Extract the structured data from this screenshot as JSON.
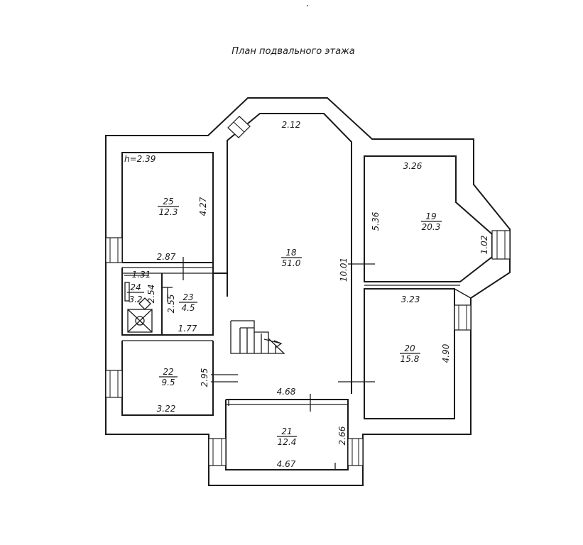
{
  "title": "План подвального этажа",
  "ceiling_height": "h=2.39",
  "rooms": [
    {
      "id": "room-25",
      "number": "25",
      "area": "12.3"
    },
    {
      "id": "room-24",
      "number": "24",
      "area": "3.2"
    },
    {
      "id": "room-23",
      "number": "23",
      "area": "4.5"
    },
    {
      "id": "room-22",
      "number": "22",
      "area": "9.5"
    },
    {
      "id": "room-18",
      "number": "18",
      "area": "51.0"
    },
    {
      "id": "room-21",
      "number": "21",
      "area": "12.4"
    },
    {
      "id": "room-19",
      "number": "19",
      "area": "20.3"
    },
    {
      "id": "room-20",
      "number": "20",
      "area": "15.8"
    }
  ],
  "dimensions": [
    {
      "id": "dim-2-12",
      "label": "2.12"
    },
    {
      "id": "dim-3-26",
      "label": "3.26"
    },
    {
      "id": "dim-4-27",
      "label": "4.27"
    },
    {
      "id": "dim-2-87",
      "label": "2.87"
    },
    {
      "id": "dim-1-31",
      "label": "1.31"
    },
    {
      "id": "dim-2-54",
      "label": "2.54"
    },
    {
      "id": "dim-2-55",
      "label": "2.55"
    },
    {
      "id": "dim-1-77",
      "label": "1.77"
    },
    {
      "id": "dim-2-95",
      "label": "2.95"
    },
    {
      "id": "dim-3-22",
      "label": "3.22"
    },
    {
      "id": "dim-4-68",
      "label": "4.68"
    },
    {
      "id": "dim-4-67",
      "label": "4.67"
    },
    {
      "id": "dim-2-66",
      "label": "2.66"
    },
    {
      "id": "dim-10-01",
      "label": "10.01"
    },
    {
      "id": "dim-5-36",
      "label": "5.36"
    },
    {
      "id": "dim-1-02",
      "label": "1.02"
    },
    {
      "id": "dim-3-23",
      "label": "3.23"
    },
    {
      "id": "dim-4-90",
      "label": "4.90"
    }
  ]
}
